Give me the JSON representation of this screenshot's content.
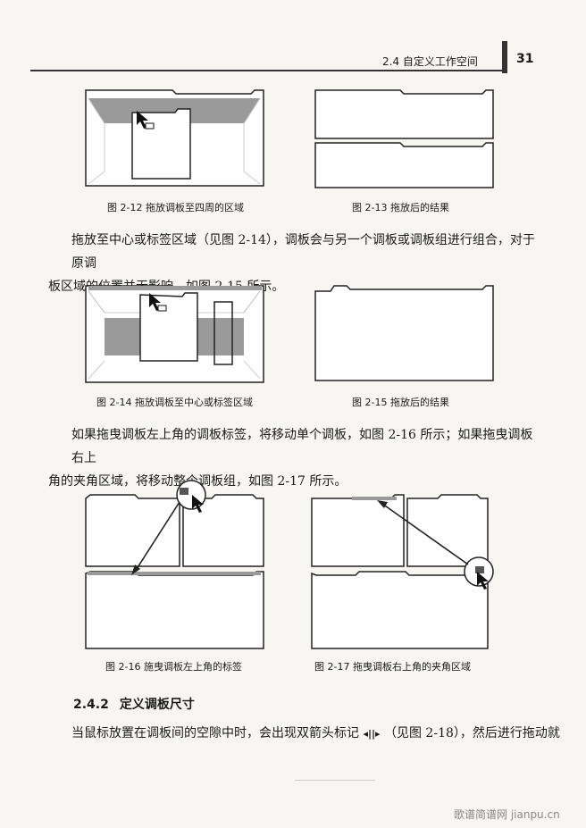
{
  "header": {
    "section": "2.4   自定义工作空间",
    "page_number": "31"
  },
  "figures": {
    "f12": "图 2-12    拖放调板至四周的区域",
    "f13": "图 2-13    拖放后的结果",
    "f14": "图 2-14    拖放调板至中心或标签区域",
    "f15": "图 2-15    拖放后的结果",
    "f16": "图 2-16    施曳调板左上角的标签",
    "f17": "图 2-17    拖曳调板右上角的夹角区域"
  },
  "body": {
    "p1_line1": "拖放至中心或标签区域（见图 2-14），调板会与另一个调板或调板组进行组合，对于原调",
    "p1_line2": "板区域的位置并无影响，如图 2-15 所示。",
    "p2_line1": "如果拖曳调板左上角的调板标签，将移动单个调板，如图 2-16 所示；如果拖曳调板右上",
    "p2_line2": "角的夹角区域，将移动整个调板组，如图 2-17 所示。",
    "section_number": "2.4.2",
    "section_title": "定义调板尺寸",
    "last_line_a": "当鼠标放置在调板间的空隙中时，会出现双箭头标记",
    "last_line_icon": "◂||▸",
    "last_line_b": "（见图 2-18），然后进行拖动就"
  },
  "watermark": "歌谱简谱网 jianpu.cn"
}
